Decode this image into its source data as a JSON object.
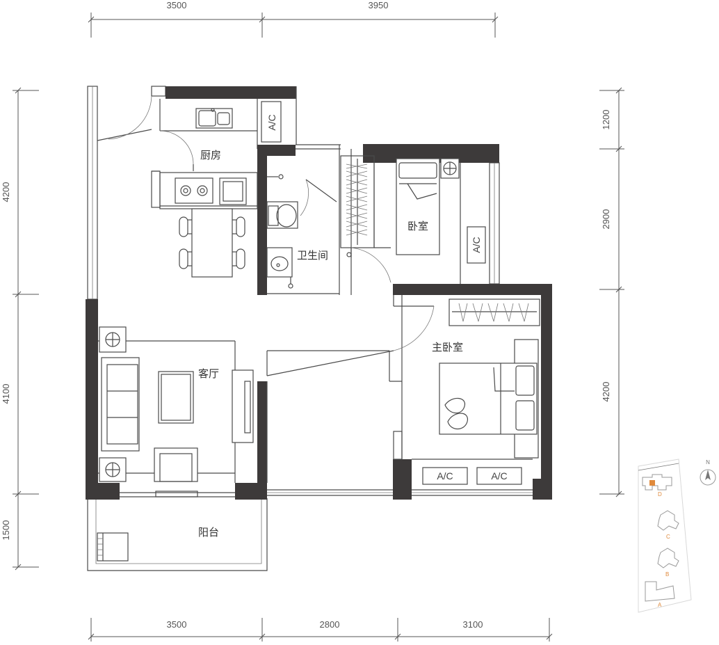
{
  "dimensions": {
    "top": [
      "3500",
      "3950"
    ],
    "bottom": [
      "3500",
      "2800",
      "3100"
    ],
    "left": [
      "4200",
      "4100",
      "1500"
    ],
    "right": [
      "1200",
      "2900",
      "4200"
    ]
  },
  "rooms": {
    "kitchen": "厨房",
    "bathroom": "卫生间",
    "bedroom": "卧室",
    "master_bedroom": "主卧室",
    "living_room": "客厅",
    "balcony": "阳台"
  },
  "ac_label": "A/C",
  "site_map": {
    "compass": "N",
    "buildings": [
      "D",
      "C",
      "B",
      "A"
    ]
  },
  "colors": {
    "wall": "#3d3a3a",
    "highlight": "#e08a3c"
  }
}
